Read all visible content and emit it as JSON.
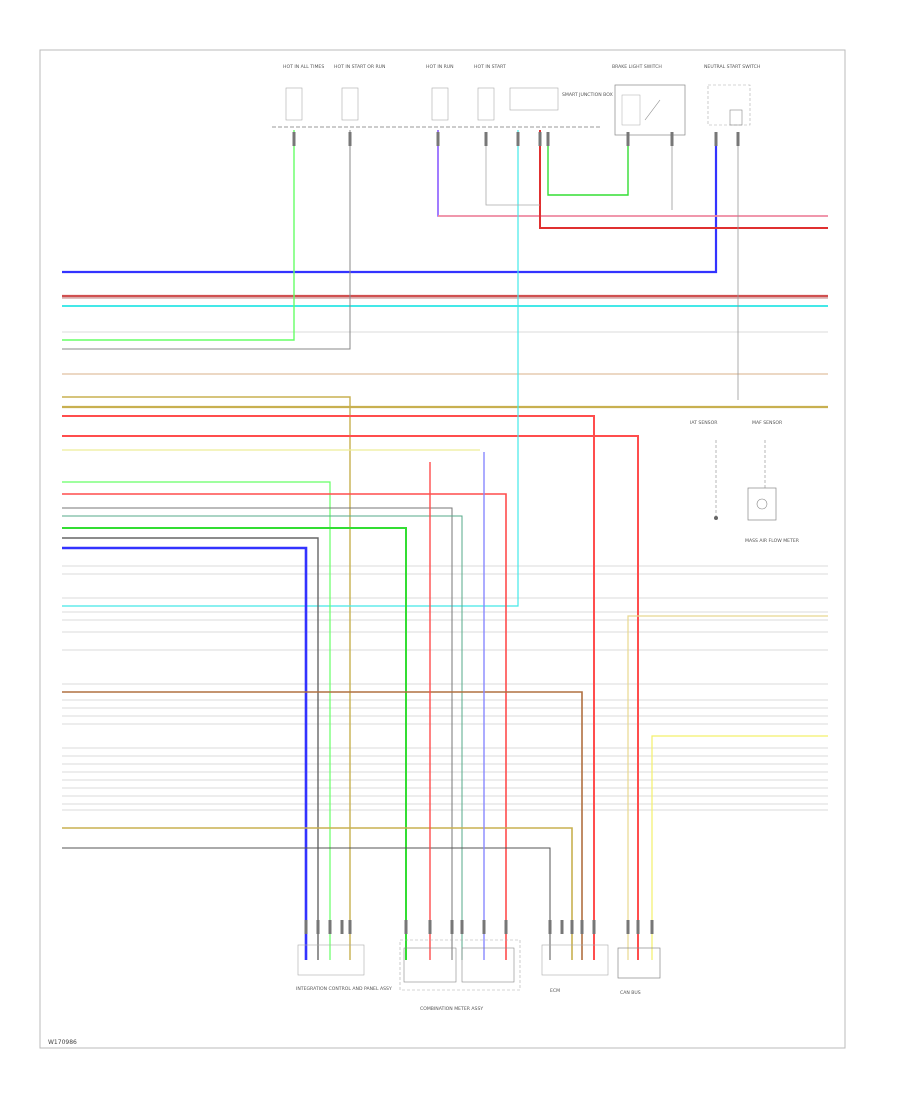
{
  "diagram": {
    "figure_code": "W170986",
    "colors": {
      "red": "#ff4d4d",
      "green": "#33dd33",
      "lime": "#66ff66",
      "blue": "#3333ff",
      "violet": "#8a5cff",
      "cyan": "#44e8e8",
      "yellow": "#f4f06a",
      "orange": "#ffb070",
      "olive": "#c8b050",
      "brown": "#b07040",
      "gray": "#999999",
      "darkgray": "#555555",
      "pink": "#ff9090",
      "lightyellow": "#eeee99"
    },
    "top_components": [
      {
        "id": "c1",
        "label": "HOT IN ALL TIMES"
      },
      {
        "id": "c2",
        "label": "HOT IN START OR RUN"
      },
      {
        "id": "c3",
        "label": "HOT IN RUN"
      },
      {
        "id": "c4",
        "label": "HOT IN START"
      },
      {
        "id": "c5",
        "label": "SMART JUNCTION BOX"
      },
      {
        "id": "c6",
        "label": "BRAKE LIGHT SWITCH"
      },
      {
        "id": "c7",
        "label": "NEUTRAL START SWITCH"
      }
    ],
    "right_components": [
      {
        "id": "r1",
        "label": "IAT SENSOR"
      },
      {
        "id": "r2",
        "label": "MAF SENSOR"
      },
      {
        "id": "r3",
        "label": "MASS AIR FLOW METER"
      }
    ],
    "bottom_components": [
      {
        "id": "b1",
        "label": "INTEGRATION CONTROL AND PANEL ASSY"
      },
      {
        "id": "b2",
        "label": "COMBINATION METER ASSY"
      },
      {
        "id": "b3",
        "label": "ECM"
      },
      {
        "id": "b4",
        "label": "CAN BUS"
      }
    ]
  }
}
